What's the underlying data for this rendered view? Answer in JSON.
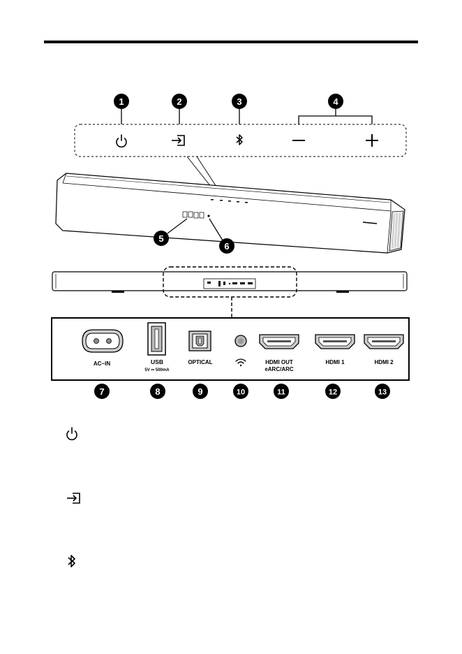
{
  "callouts": {
    "c1": "1",
    "c2": "2",
    "c3": "3",
    "c4": "4",
    "c5": "5",
    "c6": "6",
    "c7": "7",
    "c8": "8",
    "c9": "9",
    "c10": "10",
    "c11": "11",
    "c12": "12",
    "c13": "13"
  },
  "ports": {
    "ac_in": "AC~IN",
    "usb": "USB",
    "usb_spec": "5V ⎓ 500mA",
    "optical": "OPTICAL",
    "hdmi_out_line1": "HDMI OUT",
    "hdmi_out_line2": "eARC/ARC",
    "hdmi1": "HDMI 1",
    "hdmi2": "HDMI 2"
  },
  "icons": {
    "panel": [
      "power-icon",
      "input-source-icon",
      "bluetooth-icon",
      "minus-icon",
      "plus-icon"
    ],
    "legend": [
      "power-icon",
      "input-source-icon",
      "bluetooth-icon"
    ]
  }
}
